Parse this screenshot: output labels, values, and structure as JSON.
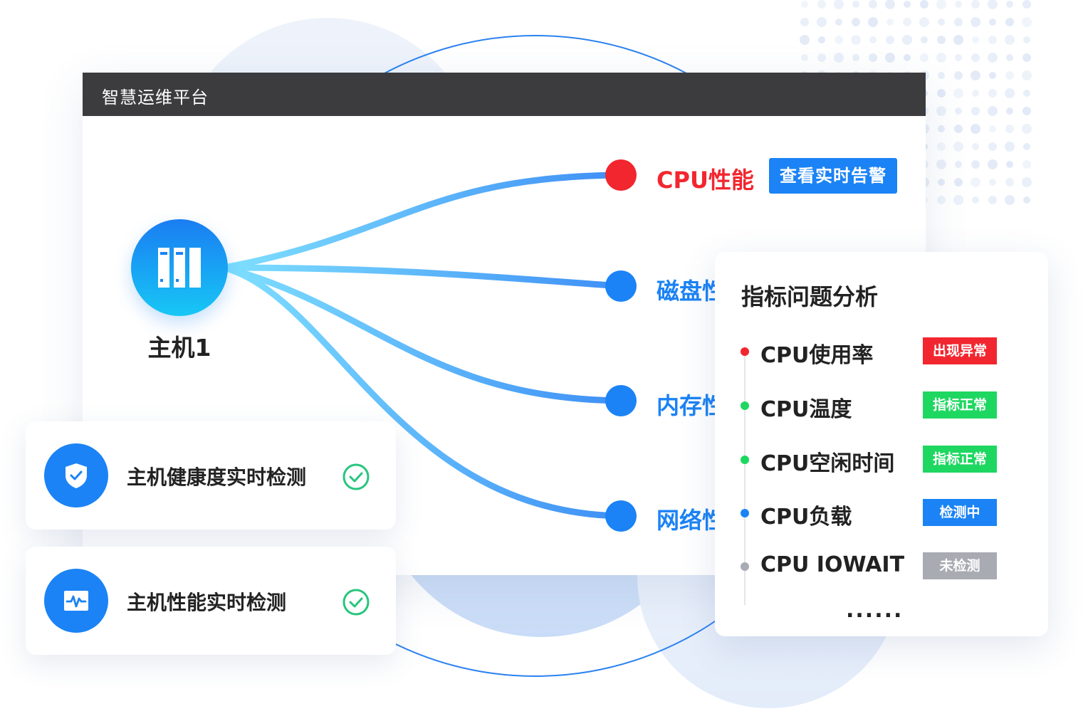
{
  "window": {
    "title": "智慧运维平台"
  },
  "host": {
    "label": "主机1",
    "icon": "server-rack-icon"
  },
  "metrics": [
    {
      "label": "CPU性能",
      "color": "#f2262f",
      "text_color": "#f2262f"
    },
    {
      "label": "磁盘性能",
      "color": "#1b83f5",
      "text_color": "#1b83f5"
    },
    {
      "label": "内存性能",
      "color": "#1b83f5",
      "text_color": "#1b83f5"
    },
    {
      "label": "网络性能",
      "color": "#1b83f5",
      "text_color": "#1b83f5"
    }
  ],
  "alarm_button": {
    "label": "查看实时告警",
    "color": "#1b83f5"
  },
  "cards": [
    {
      "label": "主机健康度实时检测",
      "icon": "shield-check-icon",
      "status_icon": "check-circle-icon"
    },
    {
      "label": "主机性能实时检测",
      "icon": "pulse-monitor-icon",
      "status_icon": "check-circle-icon"
    }
  ],
  "analysis": {
    "title": "指标问题分析",
    "items": [
      {
        "label": "CPU使用率",
        "status": "出现异常",
        "dot_color": "#f2262f",
        "badge_color": "#f2262f"
      },
      {
        "label": "CPU温度",
        "status": "指标正常",
        "dot_color": "#1ed760",
        "badge_color": "#1ed760"
      },
      {
        "label": "CPU空闲时间",
        "status": "指标正常",
        "dot_color": "#1ed760",
        "badge_color": "#1ed760"
      },
      {
        "label": "CPU负载",
        "status": "检测中",
        "dot_color": "#1b83f5",
        "badge_color": "#1b83f5"
      },
      {
        "label": "CPU IOWAIT",
        "status": "未检测",
        "dot_color": "#a8abb2",
        "badge_color": "#a8abb2"
      }
    ],
    "more": "......"
  }
}
